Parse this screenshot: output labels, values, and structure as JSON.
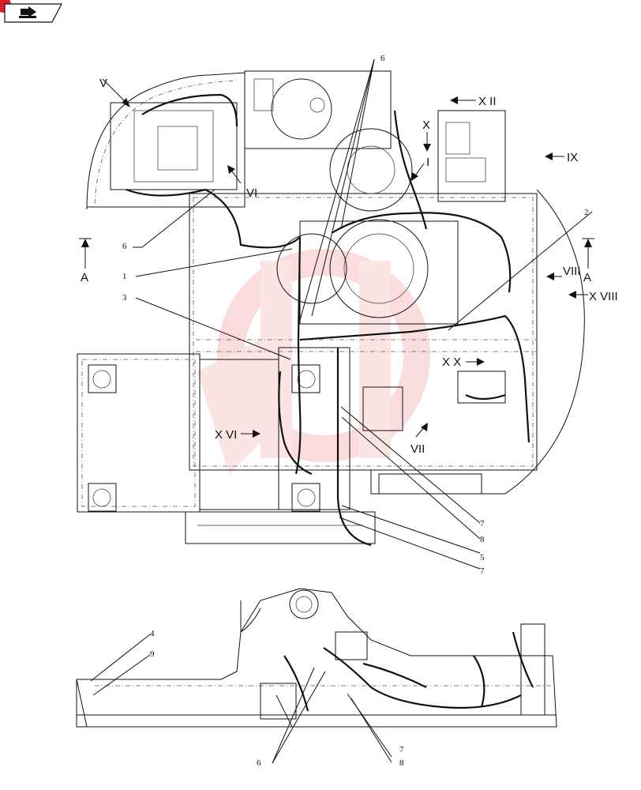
{
  "toolbar": {
    "nav_icon": "back-arrow-icon",
    "badge_color": "#d9202b"
  },
  "watermark": {
    "color": "#f4b3b3"
  },
  "callouts_top": {
    "c6a": "6",
    "cXII": "X II",
    "cX": "X",
    "cI": "I",
    "cIX": "IX",
    "cV": "V",
    "cVI": "VI",
    "c6b": "6",
    "cA_left": "A",
    "c1": "1",
    "c3": "3",
    "c2": "2",
    "cVIII": "VIII",
    "cA_right": "A",
    "cXVIII": "X VIII",
    "cXX": "X X",
    "cXVI": "X VI",
    "cVII": "VII",
    "c7a": "7",
    "c8a": "8",
    "c5": "5",
    "c7b": "7"
  },
  "callouts_bottom": {
    "c4": "4",
    "c9": "9",
    "c6": "6",
    "c7": "7",
    "c8": "8"
  }
}
